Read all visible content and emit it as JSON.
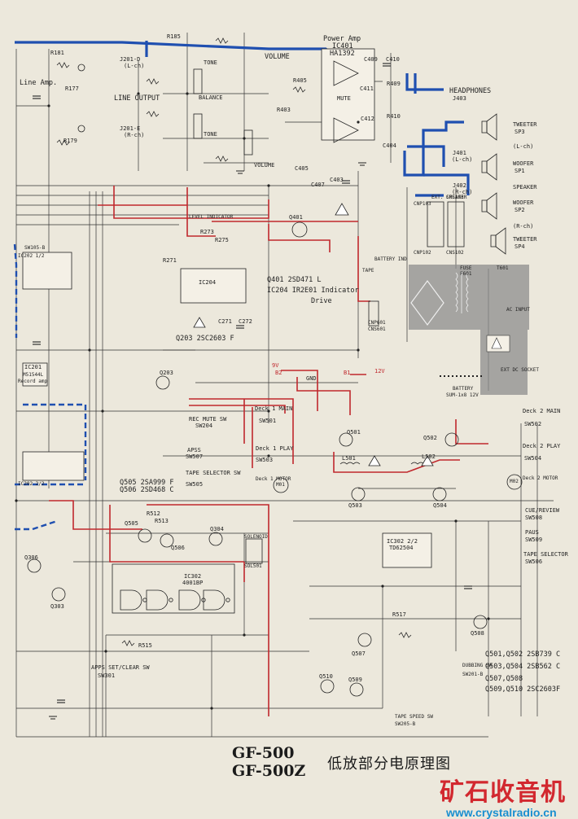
{
  "diagram": {
    "blocks": {
      "line_amp": "Line Amp.",
      "line_output": "LINE OUTPUT",
      "tone": "TONE",
      "balance": "BALANCE",
      "volume_top": "VOLUME",
      "volume_bottom": "VOLUME",
      "power_amp": "Power Amp",
      "power_amp_ic": "IC401",
      "power_amp_part": "HA1392",
      "mute": "MUTE",
      "headphones": "HEADPHONES",
      "headphones_jack": "J403",
      "speaker": "SPEAKER",
      "ext_speaker": "EXT. SPEAKER",
      "battery_ind": "BATTERY IND",
      "level_indicator": "LEVEL INDICATOR",
      "indicator_drive_1": "Q401   2SD471 L",
      "indicator_drive_2": "IC204   IR2E01  Indicator",
      "indicator_drive_3": "Drive",
      "q203": "Q203   2SC2603 F",
      "fuse": "FUSE",
      "fuse_ref": "F601",
      "transformer": "T601",
      "ac_input": "AC INPUT",
      "ext_dc_socket": "EXT DC SOCKET",
      "battery": "BATTERY",
      "battery_spec": "SUM-1x8 12V",
      "tape": "TAPE",
      "rec_mute_sw": "REC MUTE SW",
      "rec_mute_ref": "SW204",
      "apss_sw": "APSS",
      "apss_ref": "SW507",
      "tape_selector_sw": "TAPE SELECTOR SW",
      "tape_selector_ref": "SW505",
      "q505_q506_1": "Q505   2SA999 F",
      "q505_q506_2": "Q506   2SD468 C",
      "ic302": "IC302",
      "ic302_part": "4001BP",
      "ic302_2": "IC302 2/2",
      "ic302_2_part": "TD62504",
      "solenoid": "SOLENOID",
      "solenoid_ref": "SOL501",
      "apps_set_clear": "APPS SET/CLEAR SW",
      "apps_set_clear_ref": "SW301",
      "dubbing_sw": "DUBBING SW",
      "dubbing_sw_ref": "SW201-B",
      "tape_speed_sw": "TAPE SPEED SW",
      "tape_speed_ref": "SW205-B",
      "deck1_main": "Deck 1 MAIN",
      "deck1_main_ref": "SW501",
      "deck1_play": "Deck 1 PLAY",
      "deck1_play_ref": "SW503",
      "deck1_motor": "Deck 1 MOTOR",
      "deck2_main": "Deck 2 MAIN",
      "deck2_main_ref": "SW502",
      "deck2_play": "Deck 2 PLAY",
      "deck2_play_ref": "SW504",
      "deck2_motor": "Deck 2 MOTOR",
      "cue_review": "CUE/REVIEW",
      "cue_review_ref": "SW508",
      "paus": "PAUS",
      "paus_ref": "SW509",
      "tape_selector_right": "TAPE SELECTOR",
      "tape_selector_right_ref": "SW506",
      "m01": "M01",
      "m02": "M02",
      "l501": "L501",
      "l502": "L502",
      "ic201": "IC201",
      "ic201_part": "M51544L",
      "record_amp": "Record amp",
      "ic202": "IC202 1/2",
      "ic202_2": "IC202 2/2",
      "sw105b": "SW105-B"
    },
    "transistor_list": [
      "Q501,Q502   2SB739 C",
      "Q503,Q504   2SB562 C",
      "Q507,Q508",
      "Q509,Q510   2SC2603F"
    ],
    "transistor_refs": {
      "q401": "Q401",
      "q501": "Q501",
      "q502": "Q502",
      "q503": "Q503",
      "q504": "Q504",
      "q505": "Q505",
      "q506": "Q506",
      "q507": "Q507",
      "q508": "Q508",
      "q509": "Q509",
      "q510": "Q510",
      "q203": "Q203",
      "q304": "Q304",
      "q306": "Q306",
      "q303": "Q303"
    },
    "jacks": {
      "j201d": "J201-D",
      "j201d_ch": "(L-ch)",
      "j201e": "J201-E",
      "j201e_ch": "(R-ch)",
      "j401": "J401",
      "j401_ch": "(L-ch)",
      "j402": "J402",
      "j402_ch": "(R-ch)"
    },
    "speakers": [
      {
        "name": "TWEETER",
        "ref": "SP3",
        "ch": "(L-ch)"
      },
      {
        "name": "WOOFER",
        "ref": "SP1",
        "ch": ""
      },
      {
        "name": "WOOFER",
        "ref": "SP2",
        "ch": "(R-ch)"
      },
      {
        "name": "TWEETER",
        "ref": "SP4",
        "ch": ""
      }
    ],
    "connectors": {
      "cnp103": "CNP103",
      "cns103": "CNS103",
      "cnp102": "CNP102",
      "cns102": "CNS102",
      "cnp601": "CNP601",
      "cns601": "CNS601"
    },
    "voltage_notes": {
      "b1": "B1",
      "b2": "B2",
      "gnd": "GND",
      "v12": "12V",
      "v9": "9V"
    },
    "ic204": "IC204",
    "ic302_top": "IC302",
    "resistors_sample": [
      "R181",
      "R185",
      "R177",
      "R179",
      "R403",
      "R405",
      "R409",
      "R410",
      "R271",
      "R273",
      "R275",
      "R512",
      "R513",
      "R515",
      "R517"
    ],
    "capacitors_sample": [
      "C403",
      "C404",
      "C405",
      "C407",
      "C409",
      "C410",
      "C411",
      "C412",
      "C271",
      "C272"
    ]
  },
  "footer": {
    "model_line1": "GF-500",
    "model_line2": "GF-500Z",
    "title_cn": "低放部分电原理图"
  },
  "watermark": {
    "site_cn": "矿石收音机",
    "url": "www.crystalradio.cn"
  },
  "colors": {
    "paper": "#ece8dc",
    "ink": "#222222",
    "red_trace": "#c0282d",
    "blue_trace": "#1f4fb0",
    "gray_block": "#8d8d8d"
  }
}
